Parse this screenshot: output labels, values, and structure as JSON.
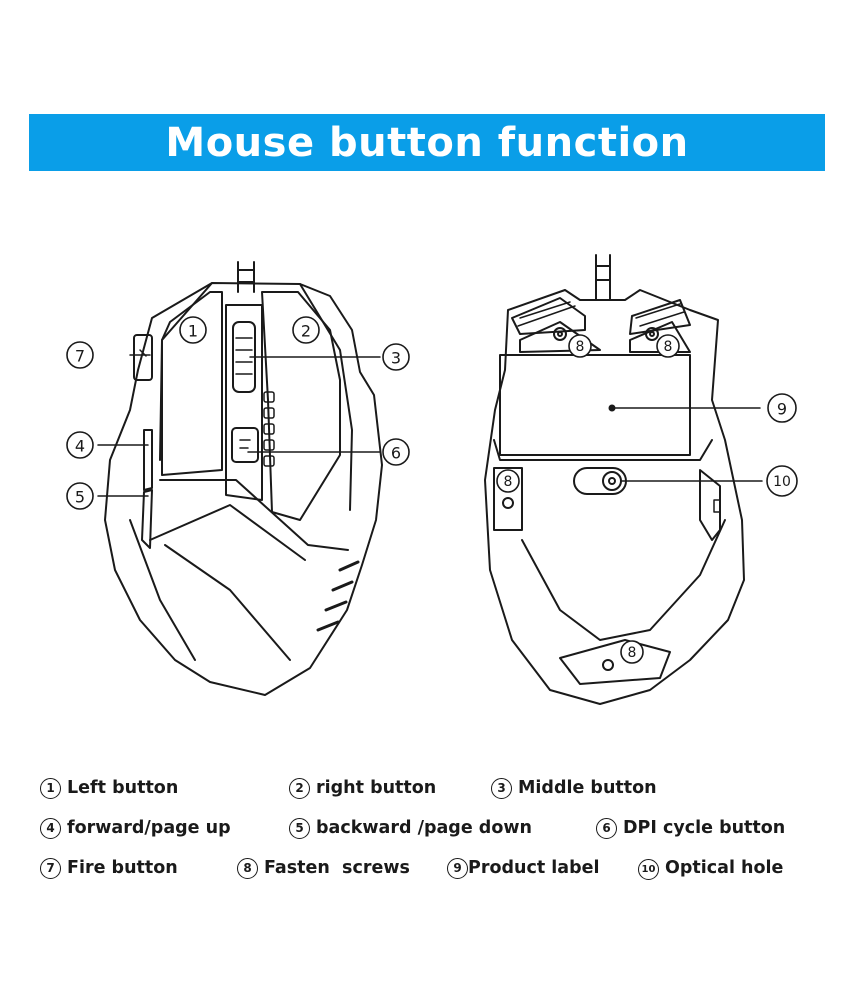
{
  "title": "Mouse button function",
  "callouts": {
    "n1": "1",
    "n2": "2",
    "n3": "3",
    "n4": "4",
    "n5": "5",
    "n6": "6",
    "n7": "7",
    "n8": "8",
    "n9": "9",
    "n10": "10"
  },
  "legend": [
    {
      "num": "1",
      "label": "Left button"
    },
    {
      "num": "2",
      "label": "right button"
    },
    {
      "num": "3",
      "label": "Middle button"
    },
    {
      "num": "4",
      "label": "forward/page up"
    },
    {
      "num": "5",
      "label": "backward /page down"
    },
    {
      "num": "6",
      "label": "DPI cycle button"
    },
    {
      "num": "7",
      "label": "Fire button"
    },
    {
      "num": "8",
      "label": "Fasten  screws"
    },
    {
      "num": "9",
      "label": "Product label"
    },
    {
      "num": "10",
      "label": "Optical hole"
    }
  ],
  "colors": {
    "banner": "#0a9ee8",
    "line": "#1a1a1a",
    "banner_text": "#ffffff"
  }
}
